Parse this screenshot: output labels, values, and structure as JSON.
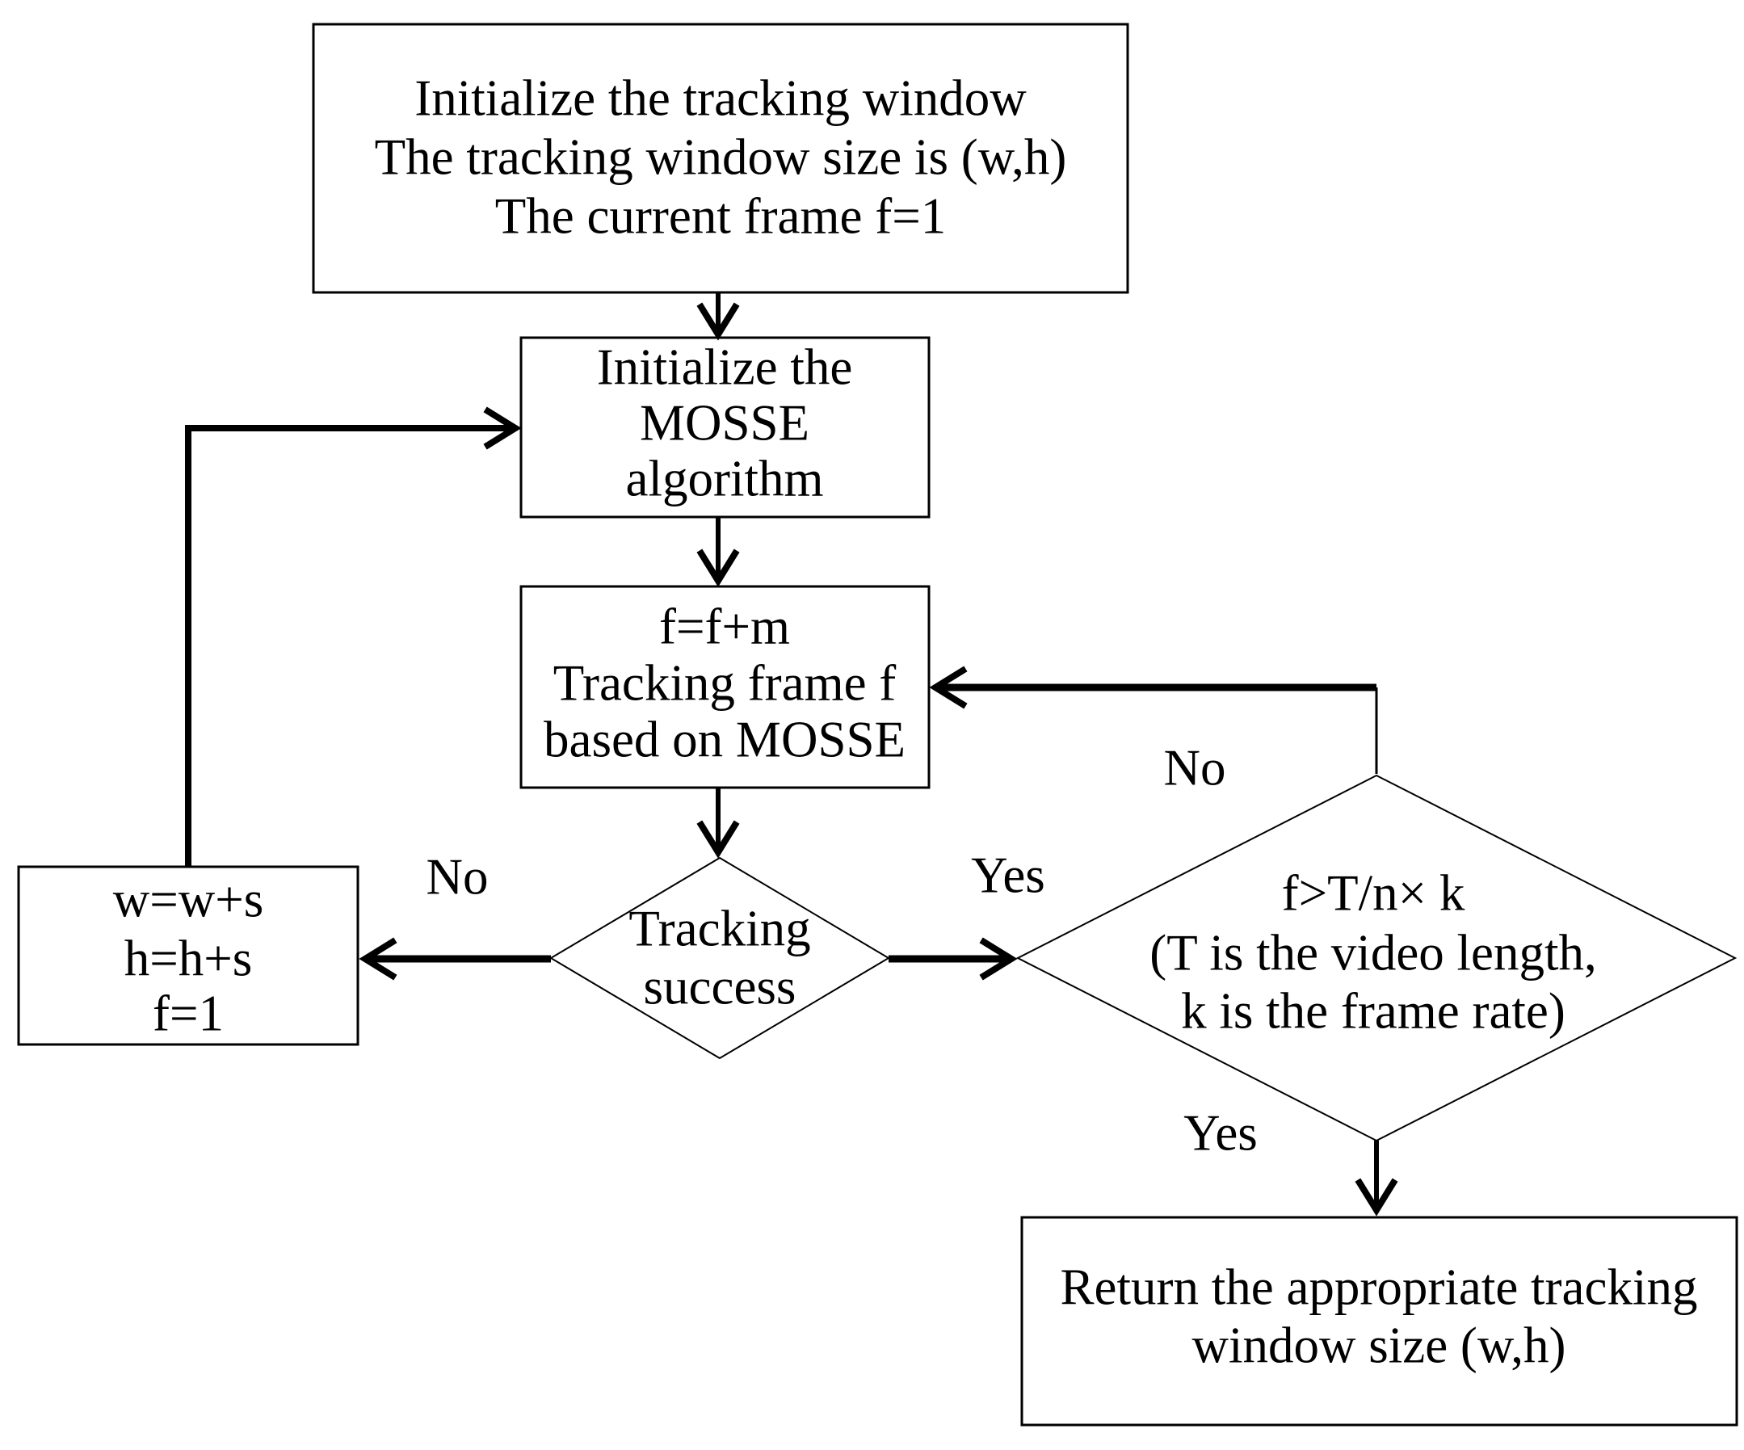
{
  "colors": {
    "background": "#ffffff",
    "stroke": "#000000",
    "text": "#000000"
  },
  "nodes": {
    "start": {
      "shape": "rect",
      "lines": [
        "Initialize the tracking window",
        "The tracking window size is (w,h)",
        "The current frame f=1"
      ]
    },
    "init_mosse": {
      "shape": "rect",
      "lines": [
        "Initialize the",
        "MOSSE",
        "algorithm"
      ]
    },
    "track_frame": {
      "shape": "rect",
      "lines": [
        "f=f+m",
        "Tracking frame f",
        "based on MOSSE"
      ]
    },
    "tracking_success": {
      "shape": "diamond",
      "lines": [
        "Tracking",
        "success"
      ]
    },
    "enlarge_window": {
      "shape": "rect",
      "lines": [
        "w=w+s",
        "h=h+s",
        "f=1"
      ]
    },
    "duration_check": {
      "shape": "diamond",
      "lines": [
        "f>T/n× k",
        "(T is the video length,",
        "k is the frame rate)"
      ]
    },
    "return_result": {
      "shape": "rect",
      "lines": [
        "Return the appropriate tracking",
        "window size (w,h)"
      ]
    }
  },
  "edge_labels": {
    "success_no": "No",
    "success_yes": "Yes",
    "duration_no": "No",
    "duration_yes": "Yes"
  },
  "edges": [
    {
      "from": "start",
      "to": "init_mosse",
      "label": ""
    },
    {
      "from": "init_mosse",
      "to": "track_frame",
      "label": ""
    },
    {
      "from": "track_frame",
      "to": "tracking_success",
      "label": ""
    },
    {
      "from": "tracking_success",
      "to": "enlarge_window",
      "label": "No"
    },
    {
      "from": "tracking_success",
      "to": "duration_check",
      "label": "Yes"
    },
    {
      "from": "enlarge_window",
      "to": "init_mosse",
      "label": ""
    },
    {
      "from": "duration_check",
      "to": "track_frame",
      "label": "No"
    },
    {
      "from": "duration_check",
      "to": "return_result",
      "label": "Yes"
    }
  ]
}
